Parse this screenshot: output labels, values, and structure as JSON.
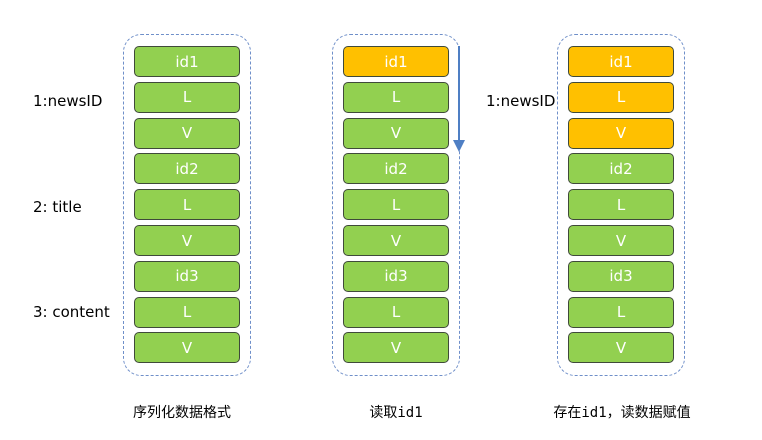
{
  "columns": [
    {
      "cells": [
        {
          "label": "id1",
          "color": "#92d050"
        },
        {
          "label": "L",
          "color": "#92d050"
        },
        {
          "label": "V",
          "color": "#92d050"
        },
        {
          "label": "id2",
          "color": "#92d050"
        },
        {
          "label": "L",
          "color": "#92d050"
        },
        {
          "label": "V",
          "color": "#92d050"
        },
        {
          "label": "id3",
          "color": "#92d050"
        },
        {
          "label": "L",
          "color": "#92d050"
        },
        {
          "label": "V",
          "color": "#92d050"
        }
      ],
      "caption": "序列化数据格式"
    },
    {
      "cells": [
        {
          "label": "id1",
          "color": "#ffc000"
        },
        {
          "label": "L",
          "color": "#92d050"
        },
        {
          "label": "V",
          "color": "#92d050"
        },
        {
          "label": "id2",
          "color": "#92d050"
        },
        {
          "label": "L",
          "color": "#92d050"
        },
        {
          "label": "V",
          "color": "#92d050"
        },
        {
          "label": "id3",
          "color": "#92d050"
        },
        {
          "label": "L",
          "color": "#92d050"
        },
        {
          "label": "V",
          "color": "#92d050"
        }
      ],
      "caption": "读取id1"
    },
    {
      "cells": [
        {
          "label": "id1",
          "color": "#ffc000"
        },
        {
          "label": "L",
          "color": "#ffc000"
        },
        {
          "label": "V",
          "color": "#ffc000"
        },
        {
          "label": "id2",
          "color": "#92d050"
        },
        {
          "label": "L",
          "color": "#92d050"
        },
        {
          "label": "V",
          "color": "#92d050"
        },
        {
          "label": "id3",
          "color": "#92d050"
        },
        {
          "label": "L",
          "color": "#92d050"
        },
        {
          "label": "V",
          "color": "#92d050"
        }
      ],
      "caption": "存在id1，读数据赋值"
    }
  ],
  "side_labels": {
    "left_newsid": "1:newsID",
    "left_title": "2: title",
    "left_content": "3: content",
    "right_newsid": "1:newsID"
  },
  "colors": {
    "green": "#92d050",
    "orange": "#ffc000",
    "frame": "#6f8fc9",
    "arrow": "#4f7fc4"
  }
}
